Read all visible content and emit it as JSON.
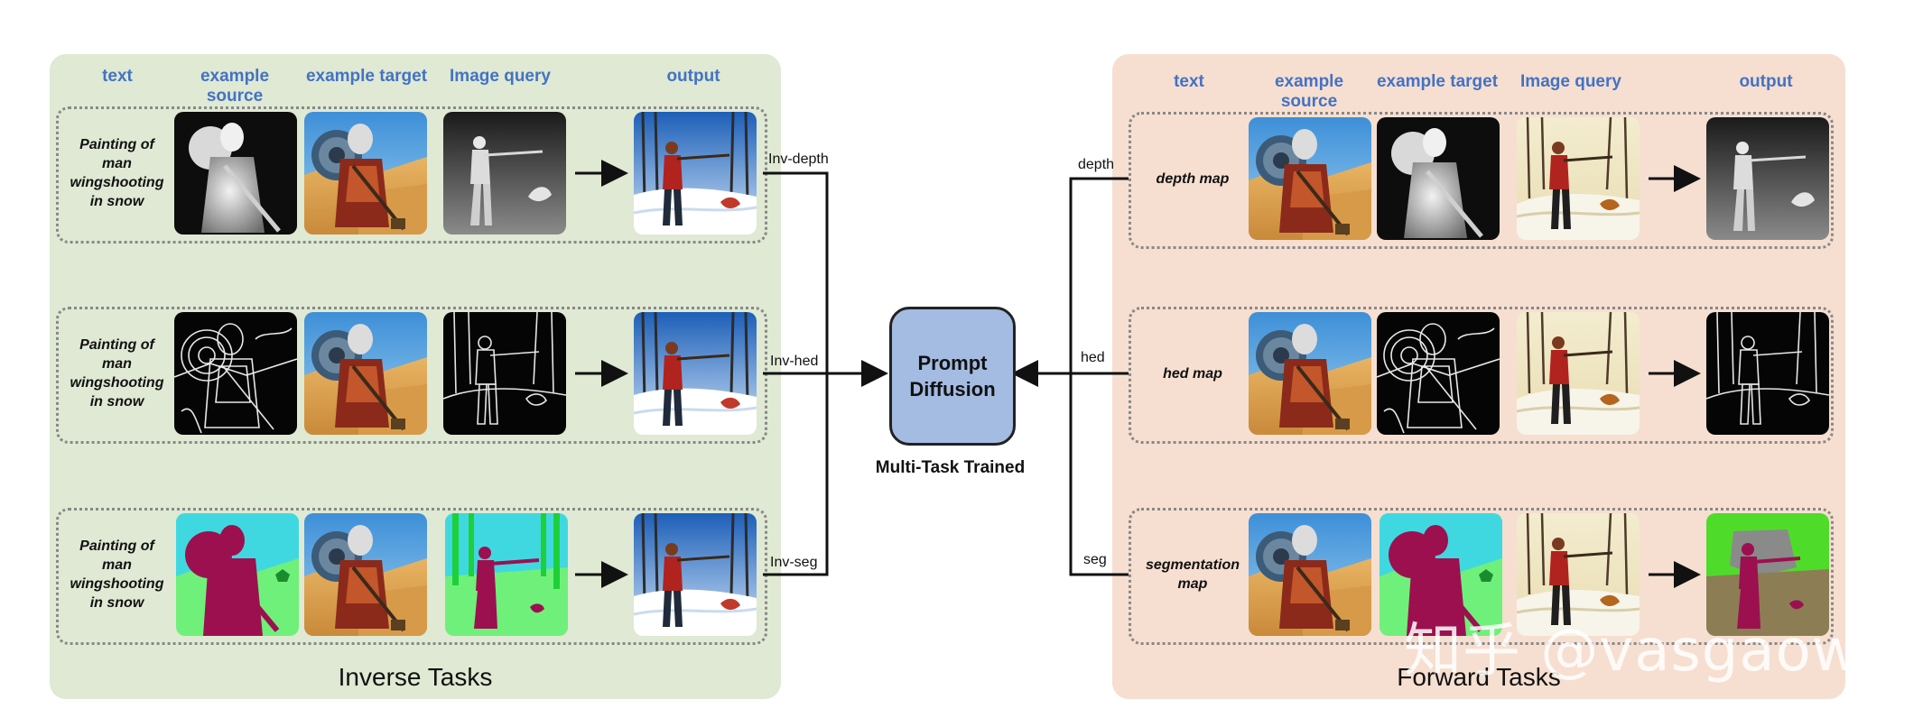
{
  "inverse": {
    "title": "Inverse Tasks",
    "headers": [
      "text",
      "example source",
      "example target",
      "Image query",
      "output"
    ],
    "rows": [
      {
        "text": "Painting of man wingshooting in snow",
        "label": "Inv-depth"
      },
      {
        "text": "Painting of man wingshooting in snow",
        "label": "Inv-hed"
      },
      {
        "text": "Painting of man wingshooting in snow",
        "label": "Inv-seg"
      }
    ]
  },
  "forward": {
    "title": "Forward Tasks",
    "headers": [
      "text",
      "example source",
      "example target",
      "Image query",
      "output"
    ],
    "rows": [
      {
        "text": "depth map",
        "label": "depth"
      },
      {
        "text": "hed map",
        "label": "hed"
      },
      {
        "text": "segmentation map",
        "label": "seg"
      }
    ]
  },
  "center": {
    "model_name": "Prompt Diffusion",
    "subtitle": "Multi-Task Trained"
  },
  "watermark": "知乎 @vasgaowei",
  "colors": {
    "inverse_bg": "#dfe9d3",
    "forward_bg": "#f6dfd0",
    "header_text": "#4472c4",
    "model_box": "#a4bbe2",
    "seg_figure": "#9c1050",
    "seg_ground": "#6ff07a",
    "seg_sky": "#40d8e0"
  }
}
